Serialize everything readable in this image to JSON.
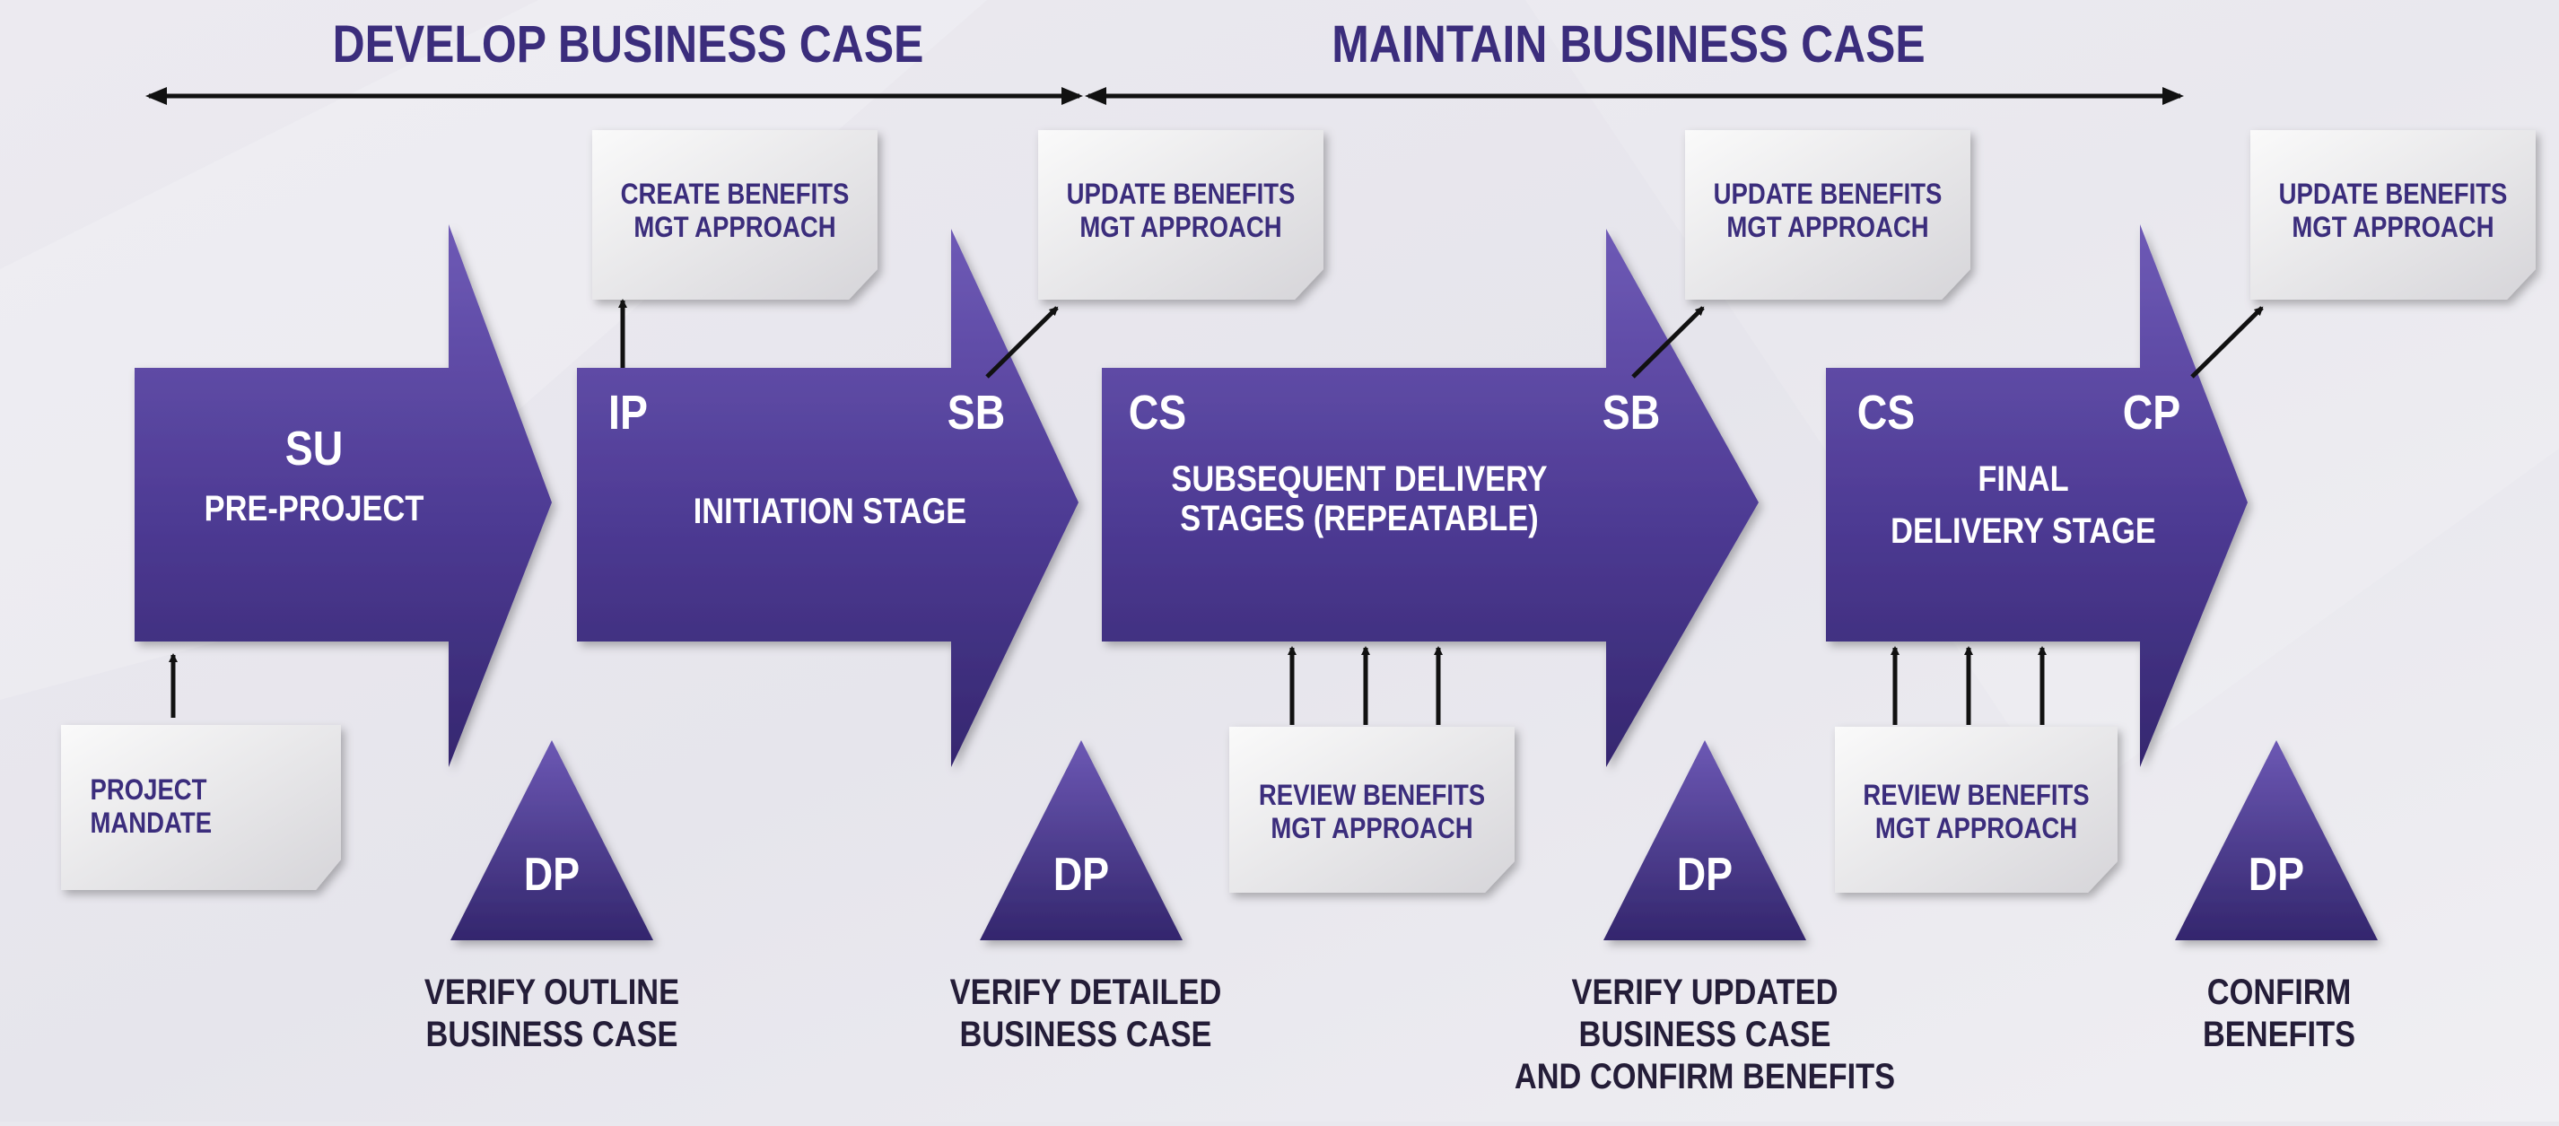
{
  "headers": {
    "develop": "DEVELOP BUSINESS CASE",
    "maintain": "MAINTAIN BUSINESS CASE"
  },
  "stages": [
    {
      "code_left": "SU",
      "name": "PRE-PROJECT"
    },
    {
      "code_left": "IP",
      "code_right": "SB",
      "name": "INITIATION STAGE"
    },
    {
      "code_left": "CS",
      "code_right": "SB",
      "name": "SUBSEQUENT DELIVERY\nSTAGES (REPEATABLE)"
    },
    {
      "code_left": "CS",
      "code_right": "CP",
      "name": "FINAL\nDELIVERY STAGE"
    }
  ],
  "notes": {
    "mandate": "PROJECT\nMANDATE",
    "create": "CREATE BENEFITS\nMGT APPROACH",
    "update1": "UPDATE BENEFITS\nMGT APPROACH",
    "update2": "UPDATE BENEFITS\nMGT APPROACH",
    "update3": "UPDATE BENEFITS\nMGT APPROACH",
    "review1": "REVIEW BENEFITS\nMGT APPROACH",
    "review2": "REVIEW BENEFITS\nMGT APPROACH"
  },
  "direct_project": [
    {
      "label": "DP",
      "caption": "VERIFY OUTLINE\nBUSINESS CASE"
    },
    {
      "label": "DP",
      "caption": "VERIFY DETAILED\nBUSINESS CASE"
    },
    {
      "label": "DP",
      "caption": "VERIFY UPDATED\nBUSINESS CASE\nAND CONFIRM BENEFITS"
    },
    {
      "label": "DP",
      "caption": "CONFIRM\nBENEFITS"
    }
  ],
  "colors": {
    "arrow_dark": "#3a2a7a",
    "arrow_light": "#6e5ab6",
    "heading_text": "#3b2d7c",
    "note_fill": "#e8e7ea",
    "background": "#e9e8ee"
  }
}
